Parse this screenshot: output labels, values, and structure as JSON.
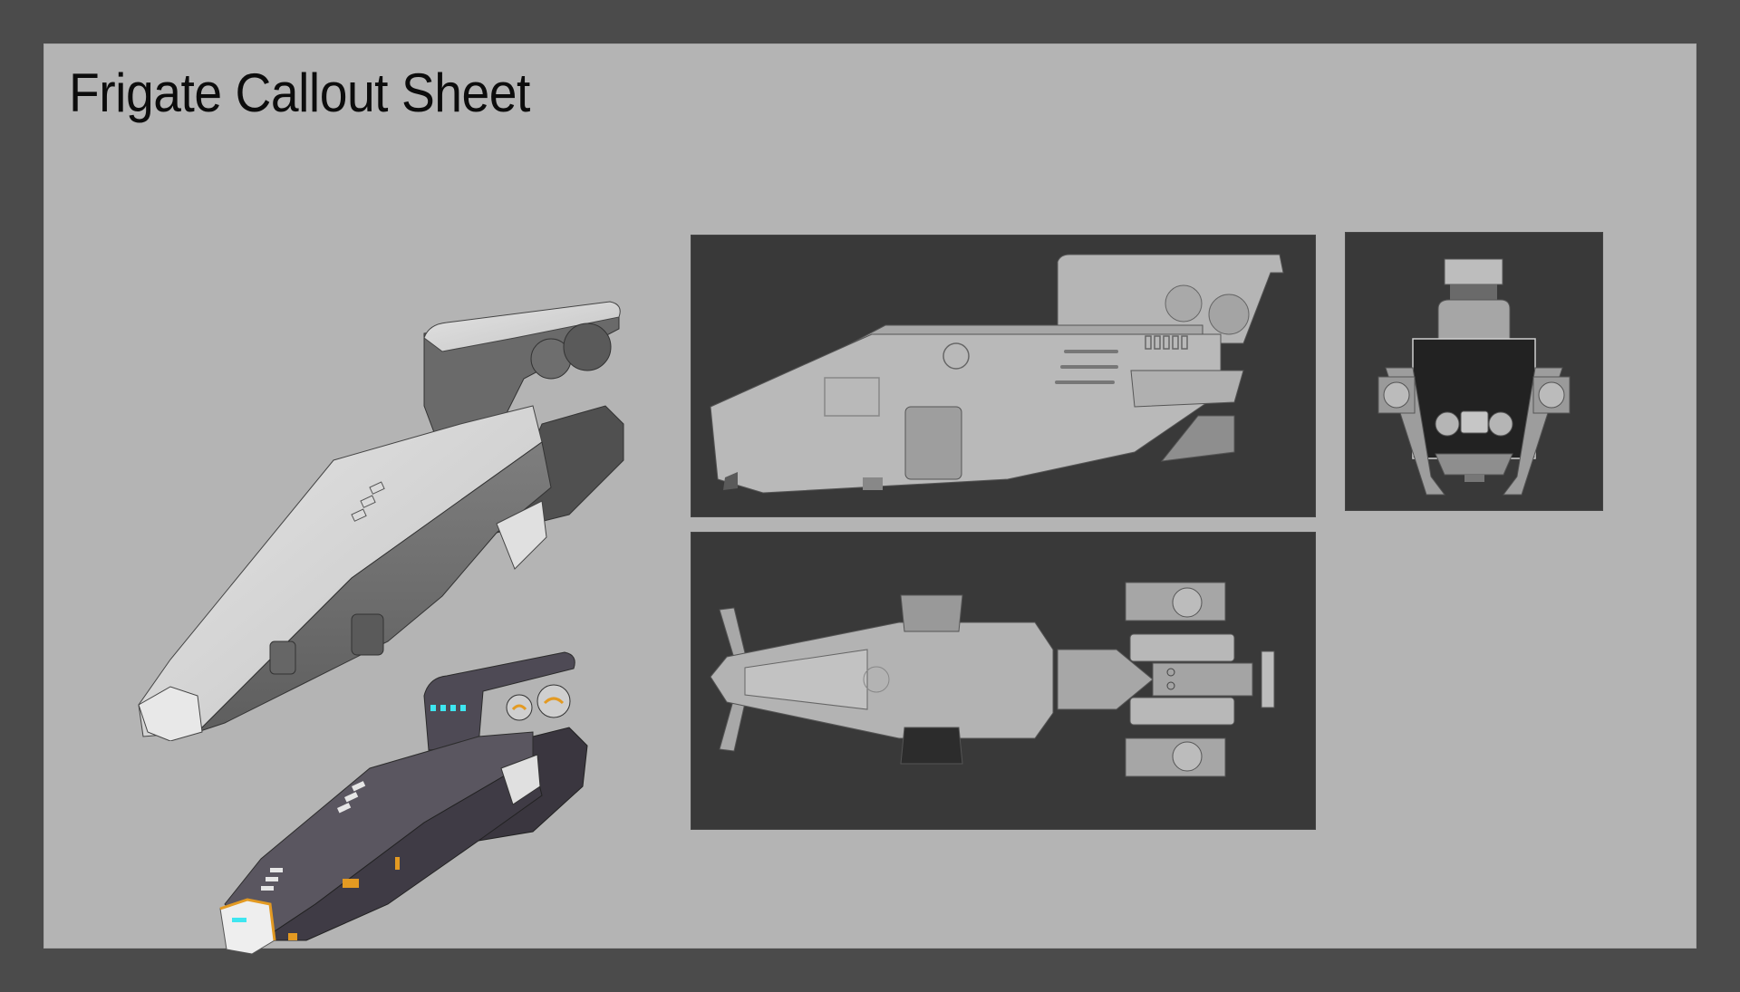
{
  "sheet": {
    "title": "Frigate Callout Sheet",
    "colors": {
      "outer_background": "#4b4b4b",
      "sheet_background": "#b4b4b4",
      "viewport_background": "#393939",
      "hull_light": "#c9c9c9",
      "hull_dark_painted": "#4a4650",
      "accent_orange": "#e39a22",
      "accent_cyan": "#3ee6f0"
    }
  },
  "renders": [
    {
      "name": "perspective-untextured",
      "description": "Gray clay 3/4 perspective render of frigate"
    },
    {
      "name": "perspective-painted",
      "description": "Painted 3/4 perspective render with dark hull, orange trim and cyan lights"
    }
  ],
  "views": {
    "side": {
      "name": "Side orthographic view"
    },
    "front": {
      "name": "Front orthographic view"
    },
    "top": {
      "name": "Top orthographic view"
    }
  }
}
